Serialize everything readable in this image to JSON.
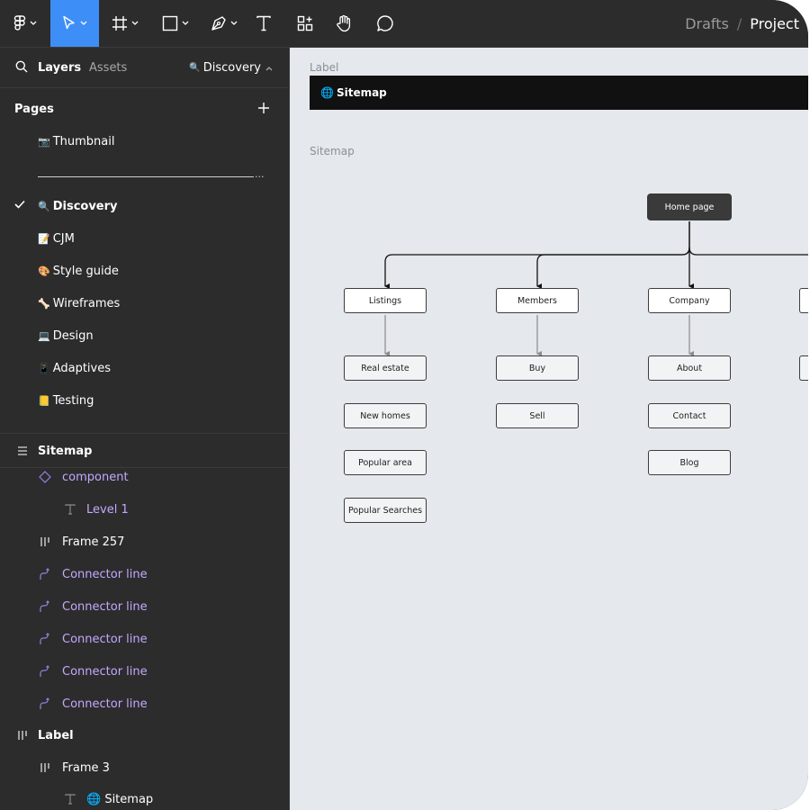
{
  "toolbar": {
    "tools": [
      {
        "name": "figma-menu",
        "icon": "figma-logo-icon"
      },
      {
        "name": "move-tool",
        "icon": "cursor-icon",
        "active": true
      },
      {
        "name": "frame-tool",
        "icon": "frame-icon"
      },
      {
        "name": "shape-tool",
        "icon": "rectangle-icon"
      },
      {
        "name": "pen-tool",
        "icon": "pen-icon"
      },
      {
        "name": "text-tool",
        "icon": "text-icon"
      },
      {
        "name": "resources-tool",
        "icon": "components-icon"
      },
      {
        "name": "hand-tool",
        "icon": "hand-icon"
      },
      {
        "name": "comment-tool",
        "icon": "comment-icon"
      }
    ],
    "active_color": "#3e8ef7"
  },
  "breadcrumb": {
    "folder": "Drafts",
    "separator": "/",
    "project": "Project"
  },
  "sidebar": {
    "tabs": {
      "layers": "Layers",
      "assets": "Assets"
    },
    "current_page": "Discovery",
    "current_page_emoji": "🔍",
    "pages_title": "Pages",
    "pages": [
      {
        "emoji": "📷",
        "label": "Thumbnail"
      },
      {
        "emoji": "🔍",
        "label": "Discovery",
        "current": true
      },
      {
        "emoji": "📝",
        "label": "CJM"
      },
      {
        "emoji": "🎨",
        "label": "Style guide"
      },
      {
        "emoji": "🦴",
        "label": "Wireframes"
      },
      {
        "emoji": "💻",
        "label": "Design"
      },
      {
        "emoji": "📱",
        "label": "Adaptives"
      },
      {
        "emoji": "📒",
        "label": "Testing"
      }
    ],
    "divider_dots": "...",
    "layers": [
      {
        "label": "Sitemap",
        "icon": "section-icon",
        "bold": true
      },
      {
        "label": "component",
        "icon": "component-icon",
        "purple": true
      },
      {
        "label": "Level 1",
        "icon": "text-icon",
        "purple": true
      },
      {
        "label": "Frame 257",
        "icon": "frame-layer-icon"
      },
      {
        "label": "Connector line",
        "icon": "connector-icon",
        "purple": true
      },
      {
        "label": "Connector line",
        "icon": "connector-icon",
        "purple": true
      },
      {
        "label": "Connector line",
        "icon": "connector-icon",
        "purple": true
      },
      {
        "label": "Connector line",
        "icon": "connector-icon",
        "purple": true
      },
      {
        "label": "Connector line",
        "icon": "connector-icon",
        "purple": true
      },
      {
        "label": "Label",
        "icon": "frame-layer-icon",
        "bold": true
      },
      {
        "label": "Frame 3",
        "icon": "frame-layer-icon"
      },
      {
        "label": "🌐 Sitemap",
        "icon": "text-icon"
      }
    ],
    "purple_color": "#c4a8ff"
  },
  "canvas": {
    "label_caption": "Label",
    "label_bar_text": "Sitemap",
    "label_bar_emoji": "🌐",
    "sitemap_caption": "Sitemap",
    "nodes": {
      "home": "Home page",
      "listings": "Listings",
      "members": "Members",
      "company": "Company",
      "real_estate": "Real estate",
      "new_homes": "New homes",
      "popular_area": "Popular area",
      "popular_searches": "Popular Searches",
      "buy": "Buy",
      "sell": "Sell",
      "about": "About",
      "contact": "Contact",
      "blog": "Blog"
    },
    "background": "#e5e8ec"
  }
}
